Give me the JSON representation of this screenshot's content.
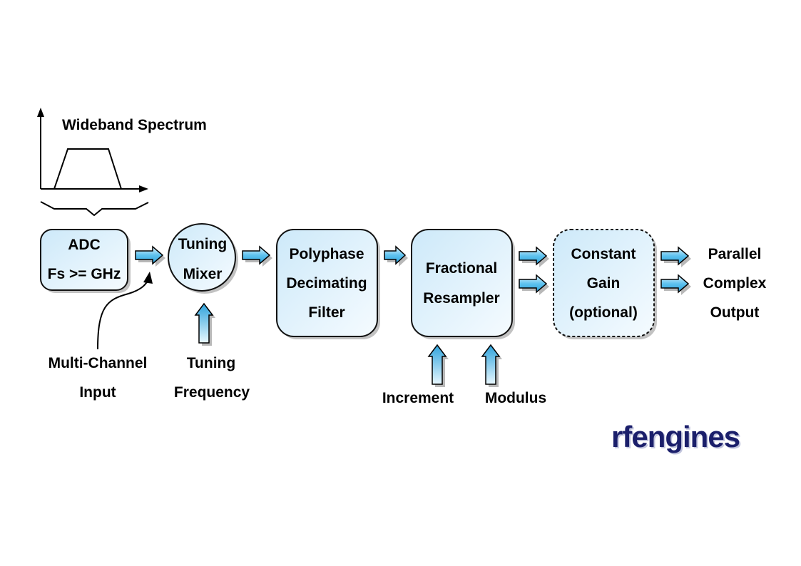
{
  "spectrum": {
    "title": "Wideband Spectrum"
  },
  "blocks": {
    "adc": {
      "line1": "ADC",
      "line2": "Fs >= GHz"
    },
    "mixer": {
      "line1": "Tuning",
      "line2": "Mixer"
    },
    "polyphase": {
      "line1": "Polyphase",
      "line2": "Decimating",
      "line3": "Filter"
    },
    "resampler": {
      "line1": "Fractional",
      "line2": "Resampler"
    },
    "gain": {
      "line1": "Constant",
      "line2": "Gain",
      "line3": "(optional)"
    }
  },
  "inputs": {
    "multichannel": {
      "line1": "Multi-Channel",
      "line2": "Input"
    },
    "tuning_freq": {
      "line1": "Tuning",
      "line2": "Frequency"
    },
    "increment": "Increment",
    "modulus": "Modulus"
  },
  "output": {
    "line1": "Parallel",
    "line2": "Complex",
    "line3": "Output"
  },
  "logo": {
    "text": "rfengines",
    "color": "#1b1f6b"
  },
  "colors": {
    "block_fill_top": "#cfeaf9",
    "block_fill_bottom": "#f4fbff",
    "arrow_light": "#d8f0fc",
    "arrow_dark": "#3aaee6"
  }
}
